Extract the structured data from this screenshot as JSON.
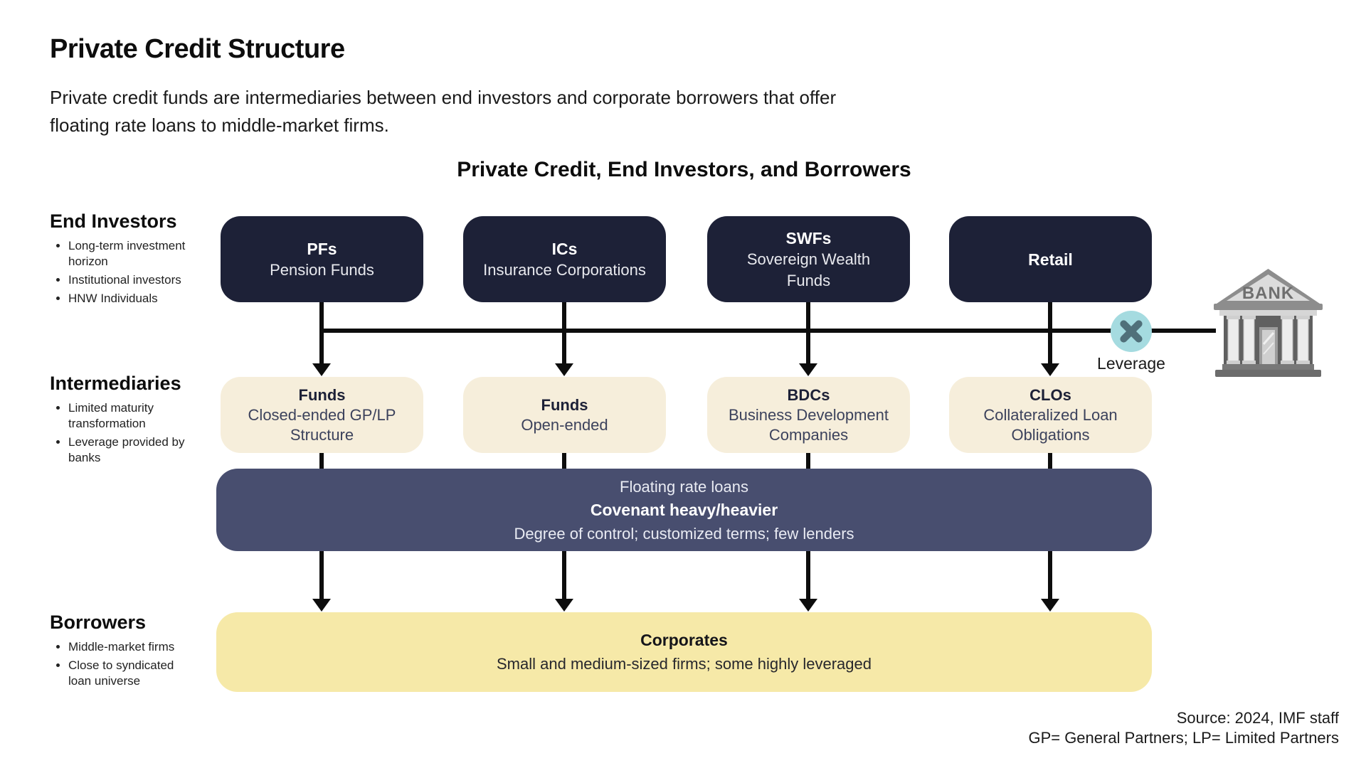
{
  "page": {
    "title": "Private Credit Structure",
    "subtitle": "Private credit funds are intermediaries between end investors and corporate borrowers that offer floating rate loans to middle-market firms.",
    "diagram_title": "Private Credit, End Investors, and Borrowers"
  },
  "row_labels": [
    {
      "title": "End Investors",
      "bullets": [
        "Long-term investment horizon",
        "Institutional investors",
        "HNW Individuals"
      ]
    },
    {
      "title": "Intermediaries",
      "bullets": [
        "Limited maturity transformation",
        "Leverage provided by banks"
      ]
    },
    {
      "title": "Borrowers",
      "bullets": [
        "Middle-market firms",
        "Close to syndicated loan universe"
      ]
    }
  ],
  "investors": [
    {
      "abbr": "PFs",
      "name": "Pension Funds"
    },
    {
      "abbr": "ICs",
      "name": "Insurance Corporations"
    },
    {
      "abbr": "SWFs",
      "name": "Sovereign Wealth Funds"
    },
    {
      "abbr": "Retail",
      "name": ""
    }
  ],
  "intermediaries": [
    {
      "abbr": "Funds",
      "name": "Closed-ended GP/LP Structure"
    },
    {
      "abbr": "Funds",
      "name": "Open-ended"
    },
    {
      "abbr": "BDCs",
      "name": "Business Development Companies"
    },
    {
      "abbr": "CLOs",
      "name": "Collateralized Loan Obligations"
    }
  ],
  "loan_box": {
    "line1": "Floating rate loans",
    "line2": "Covenant heavy/heavier",
    "line3": "Degree of control; customized terms; few lenders"
  },
  "borrower_box": {
    "title": "Corporates",
    "subtitle": "Small and medium-sized firms; some highly leveraged"
  },
  "bank": {
    "label": "BANK",
    "leverage_label": "Leverage"
  },
  "footer": {
    "source": "Source: 2024, IMF staff",
    "note": "GP= General Partners; LP= Limited Partners"
  },
  "icons": [
    "bank-icon",
    "leverage-x-icon"
  ],
  "colors": {
    "navy": "#1d2137",
    "slate": "#484e6f",
    "cream": "#f6eedb",
    "yellow": "#f6e9a8",
    "teal_circle": "#a5dbe0",
    "teal_x": "#50707a",
    "line": "#0d0d0d"
  }
}
